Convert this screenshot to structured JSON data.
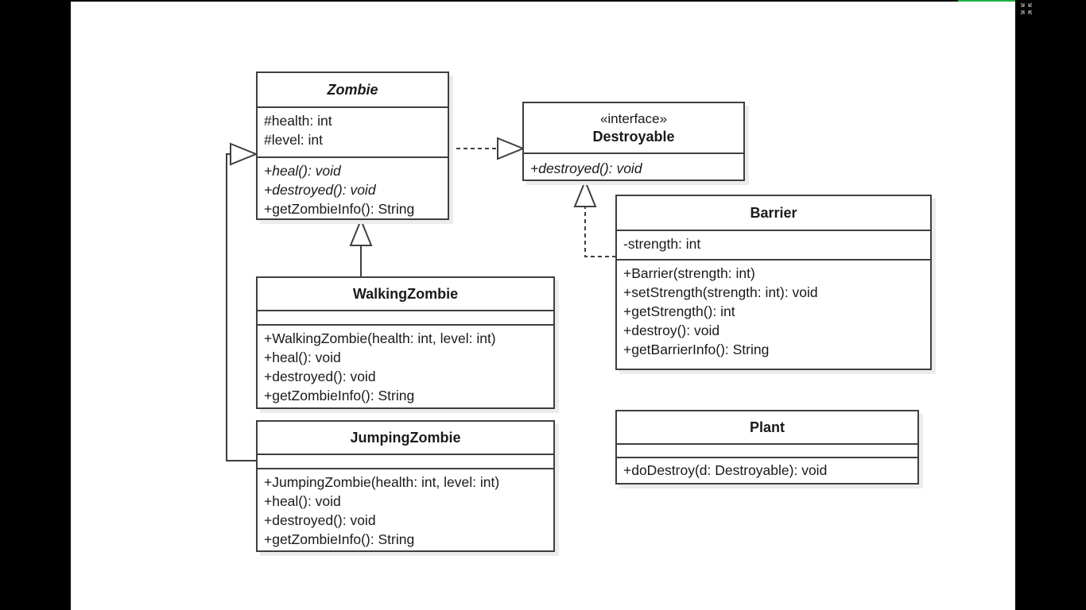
{
  "diagram": {
    "classes": {
      "zombie": {
        "name": "Zombie",
        "attributes": [
          "#health: int",
          "#level: int"
        ],
        "methods": [
          "+heal(): void",
          "+destroyed(): void",
          "+getZombieInfo(): String"
        ]
      },
      "destroyable": {
        "stereotype": "«interface»",
        "name": "Destroyable",
        "methods": [
          "+destroyed(): void"
        ]
      },
      "walking_zombie": {
        "name": "WalkingZombie",
        "methods": [
          "+WalkingZombie(health: int, level: int)",
          "+heal(): void",
          "+destroyed(): void",
          "+getZombieInfo(): String"
        ]
      },
      "jumping_zombie": {
        "name": "JumpingZombie",
        "methods": [
          "+JumpingZombie(health: int, level: int)",
          "+heal(): void",
          "+destroyed(): void",
          "+getZombieInfo(): String"
        ]
      },
      "barrier": {
        "name": "Barrier",
        "attributes": [
          "-strength: int"
        ],
        "methods": [
          "+Barrier(strength: int)",
          "+setStrength(strength: int): void",
          "+getStrength(): int",
          "+destroy(): void",
          "+getBarrierInfo(): String"
        ]
      },
      "plant": {
        "name": "Plant",
        "methods": [
          "+doDestroy(d: Destroyable): void"
        ]
      }
    }
  },
  "colors": {
    "line": "#3f3f3f",
    "progress": "#1fb141",
    "background": "#000000",
    "slide": "#ffffff"
  },
  "icons": {
    "fullscreen": "exit-fullscreen-icon"
  }
}
